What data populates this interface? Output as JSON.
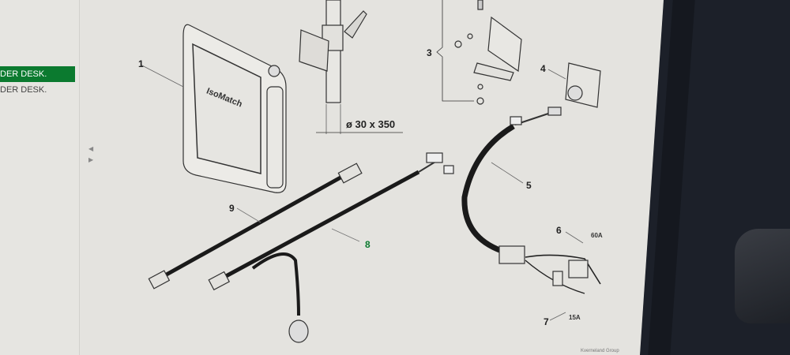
{
  "sidebar": {
    "items": [
      {
        "label": "DER DESK.",
        "active": true
      },
      {
        "label": "DER DESK.",
        "active": false
      }
    ],
    "collapse_icons": [
      "chevron-left-icon",
      "chevron-right-icon"
    ]
  },
  "diagram": {
    "callouts": [
      {
        "num": "1",
        "part": "IsoMatch terminal"
      },
      {
        "num": "3",
        "part": "Mounting bracket kit"
      },
      {
        "num": "4",
        "part": "Socket"
      },
      {
        "num": "5",
        "part": "Power cable harness"
      },
      {
        "num": "6",
        "part": "Fuse 60A"
      },
      {
        "num": "7",
        "part": "Fuse 15A"
      },
      {
        "num": "8",
        "part": "Cable",
        "highlighted": true
      },
      {
        "num": "9",
        "part": "Cable"
      }
    ],
    "terminal_label": "IsoMatch",
    "dimension": "ø 30 x 350",
    "fuse_60": "60A",
    "fuse_15": "15A",
    "footer_text": "Kverneland Group"
  },
  "colors": {
    "accent": "#0b7a2f",
    "page_bg": "#e4e3df",
    "bezel": "#15181f"
  }
}
